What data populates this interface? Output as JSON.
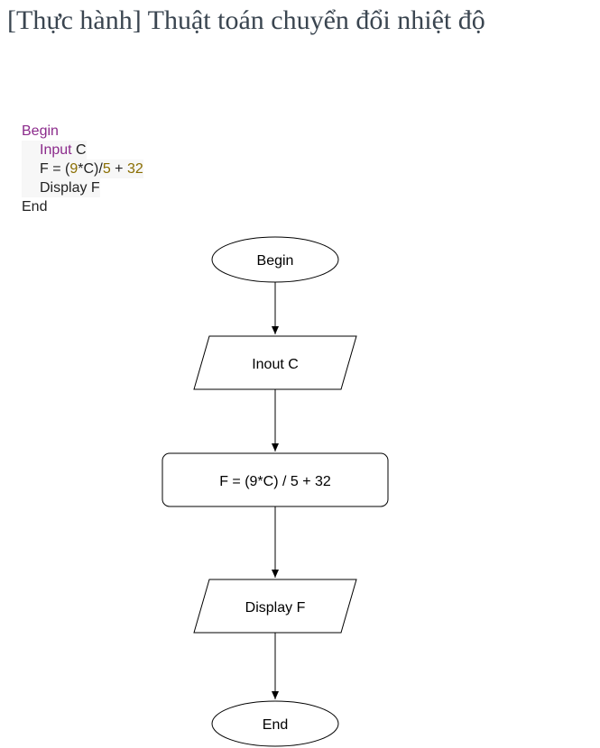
{
  "title": "[Thực hành] Thuật toán chuyển đổi nhiệt độ",
  "pseudocode": {
    "begin": "Begin",
    "input_kw": "Input",
    "input_var": " C",
    "assign_lhs": "F = (",
    "assign_9": "9",
    "assign_mid": "*C)/",
    "assign_5": "5",
    "assign_plus": " + ",
    "assign_32": "32",
    "display": "Display F",
    "end": "End"
  },
  "flowchart": {
    "begin": "Begin",
    "input": "Inout C",
    "process": "F = (9*C) / 5 + 32",
    "output": "Display F",
    "end": "End"
  },
  "colors": {
    "keyword": "#8b2a8b",
    "number": "#8a6d00",
    "title": "#3a4550"
  }
}
